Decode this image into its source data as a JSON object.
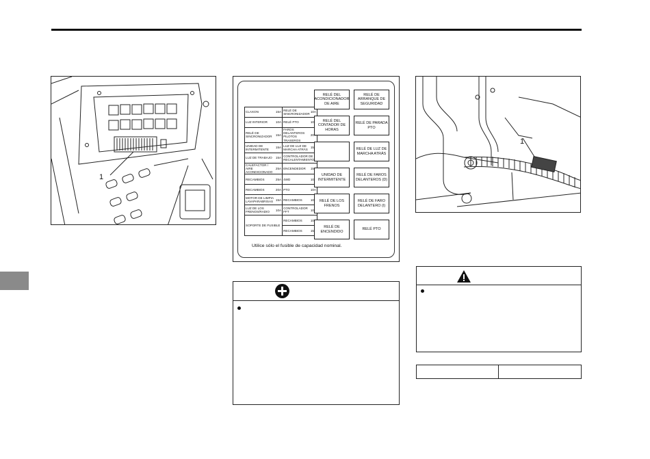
{
  "fuse_table": {
    "rows": [
      [
        {
          "label": "CLAXON",
          "amp": "15A"
        },
        {
          "label": "RELÉ DE SINCRONIZADOR",
          "amp": "10A"
        }
      ],
      [
        {
          "label": "LUZ INTERIOR",
          "amp": "10A"
        },
        {
          "label": "RELÉ PTO",
          "amp": "10A"
        }
      ],
      [
        {
          "label": "RELÉ DE SINCRONIZADOR",
          "amp": "15A"
        },
        {
          "label": "FAROS DELANTEROS PILOTOS TRASEROS",
          "amp": "20A"
        }
      ],
      [
        {
          "label": "UNIDAD DE INTERMITENTE",
          "amp": "15A"
        },
        {
          "label": "LUZ DE LUZ DE MARCHA ATRÁS",
          "amp": "15A"
        }
      ],
      [
        {
          "label": "LUZ DE TRABAJO",
          "amp": "15A"
        },
        {
          "label": "CONTROLADOR DE RECALENTAMIENTO",
          "amp": "10A"
        }
      ],
      [
        {
          "label": "CALEFACTOR / AIRE ACONDICIONADO",
          "amp": "25A"
        },
        {
          "label": "ENCENDEDOR",
          "amp": "15A"
        }
      ],
      [
        {
          "label": "RECAMBIOS",
          "amp": "25A"
        },
        {
          "label": "4WD",
          "amp": "10A"
        }
      ],
      [
        {
          "label": "RECAMBIOS",
          "amp": "20A"
        },
        {
          "label": "PTO",
          "amp": "10A"
        }
      ],
      [
        {
          "label": "MOTOR DE LIMPIA LAVAPARABRISAS",
          "amp": "15A"
        },
        {
          "label": "RECAMBIOS",
          "amp": "10A"
        }
      ],
      [
        {
          "label": "LUZ DE LOS FRENOS/RADIO",
          "amp": "10A"
        },
        {
          "label": "CONTROLADOR FFT",
          "amp": "10A"
        }
      ]
    ],
    "spare_label": "SOPORTE DE FUSIBLE",
    "spare_rows": [
      {
        "label": "RECAMBIOS",
        "amp": "10A"
      },
      {
        "label": "RECAMBIOS",
        "amp": "15A"
      }
    ]
  },
  "relays": [
    "RELÉ DEL ACONDICIONADOR DE AIRE",
    "RELÉ DE ARRANQUE DE SEGURIDAD",
    "RELÉ DEL CONTADOR DE HORAS",
    "RELÉ DE PARADA PTO",
    "",
    "RELÉ DE LUZ DE MARCHA ATRÁS",
    "UNIDAD DE INTERMITENTE",
    "RELÉ DE FAROS DELANTEROS (D)",
    "RELÉ DE LOS FRENOS",
    "RELÉ DE FARO DELANTERO (I)",
    "RELÉ DE ENCENDIDO",
    "RELÉ PTO"
  ],
  "fuse_note": "Utilice sólo el fusible de capacidad nominal.",
  "figure_callouts": {
    "left": "1",
    "right": "1"
  },
  "icons": {
    "note": "plus-circle-icon",
    "warning": "warning-triangle-icon"
  }
}
